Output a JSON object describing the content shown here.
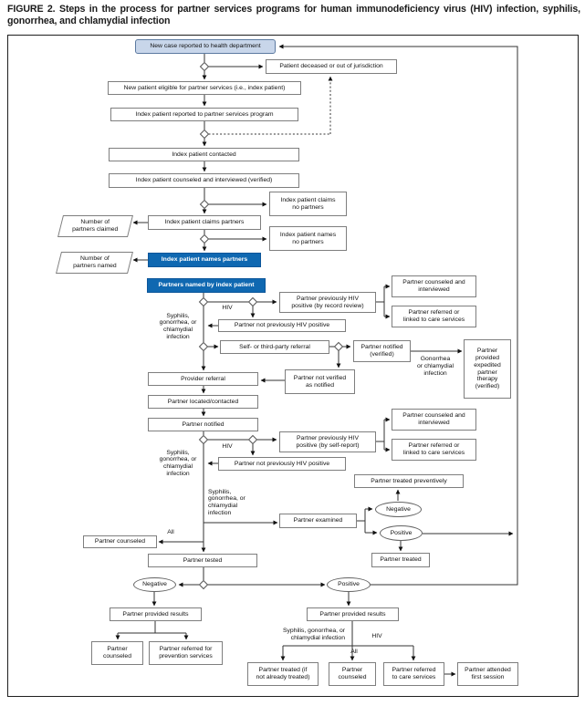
{
  "figure": {
    "title": "FIGURE 2. Steps in the process for partner services programs for human immunodeficiency virus (HIV) infection, syphilis, gonorrhea, and chlamydial infection"
  },
  "colors": {
    "highlight_blue": "#0f68b1",
    "start_box_blue": "#c8d6ea",
    "box_border_gray": "#7e7e7e",
    "connector_gray": "#333333",
    "frame_black": "#1f1f1f"
  },
  "nodes": {
    "new_case": "New case reported to health department",
    "deceased": "Patient deceased or out of jurisdiction",
    "eligible": "New patient eligible for partner services (i.e., index patient)",
    "reported": "Index patient reported to partner services program",
    "contacted": "Index patient contacted",
    "counseled_interviewed": "Index patient counseled and interviewed (verified)",
    "claims_no": "Index patient claims\nno partners",
    "claims_partners": "Index patient claims partners",
    "num_claimed": "Number of\npartners claimed",
    "names_no": "Index patient names\nno partners",
    "names_partners": "Index patient names partners",
    "num_named": "Number of\npartners named",
    "partners_named": "Partners named by index patient",
    "prev_pos_record": "Partner previously HIV\npositive (by record review)",
    "not_prev_pos_1": "Partner not previously HIV positive",
    "pci_1": "Partner counseled and\ninterviewed",
    "prc_1": "Partner referred or\nlinked to care services",
    "self_referral": "Self- or third-party referral",
    "notified_verified": "Partner notified\n(verified)",
    "ept": "Partner\nprovided\nexpedited\npartner\ntherapy\n(verified)",
    "not_verified": "Partner not verified\nas notified",
    "provider_referral": "Provider referral",
    "located": "Partner located/contacted",
    "partner_notified": "Partner notified",
    "prev_pos_self": "Partner previously HIV\npositive (by self-report)",
    "not_prev_pos_2": "Partner not previously HIV positive",
    "pci_2": "Partner counseled and\ninterviewed",
    "prc_2": "Partner referred or\nlinked to care services",
    "treated_prev": "Partner treated preventively",
    "examined": "Partner examined",
    "neg_exam": "Negative",
    "pos_exam": "Positive",
    "treated": "Partner treated",
    "counseled_left": "Partner counseled",
    "tested": "Partner tested",
    "neg_bottom": "Negative",
    "pos_bottom": "Positive",
    "results_left": "Partner provided results",
    "counseled_bl": "Partner\ncounseled",
    "ref_prevention": "Partner referred for\nprevention services",
    "results_right": "Partner provided results",
    "treated_if": "Partner treated (if\nnot already treated)",
    "counseled_br": "Partner\ncounseled",
    "ref_care_b": "Partner referred\nto care services",
    "attended": "Partner attended\nfirst session"
  },
  "labels": {
    "hiv": "HIV",
    "all": "All",
    "syphilis_block": "Syphilis,\ngonorrhea, or\nchlamydial\ninfection",
    "syphilis_inline": "Syphilis, gonorrhea, or\nchlamydial infection",
    "gonorrhea_block": "Gonorrhea\nor chlamydial\ninfection"
  }
}
